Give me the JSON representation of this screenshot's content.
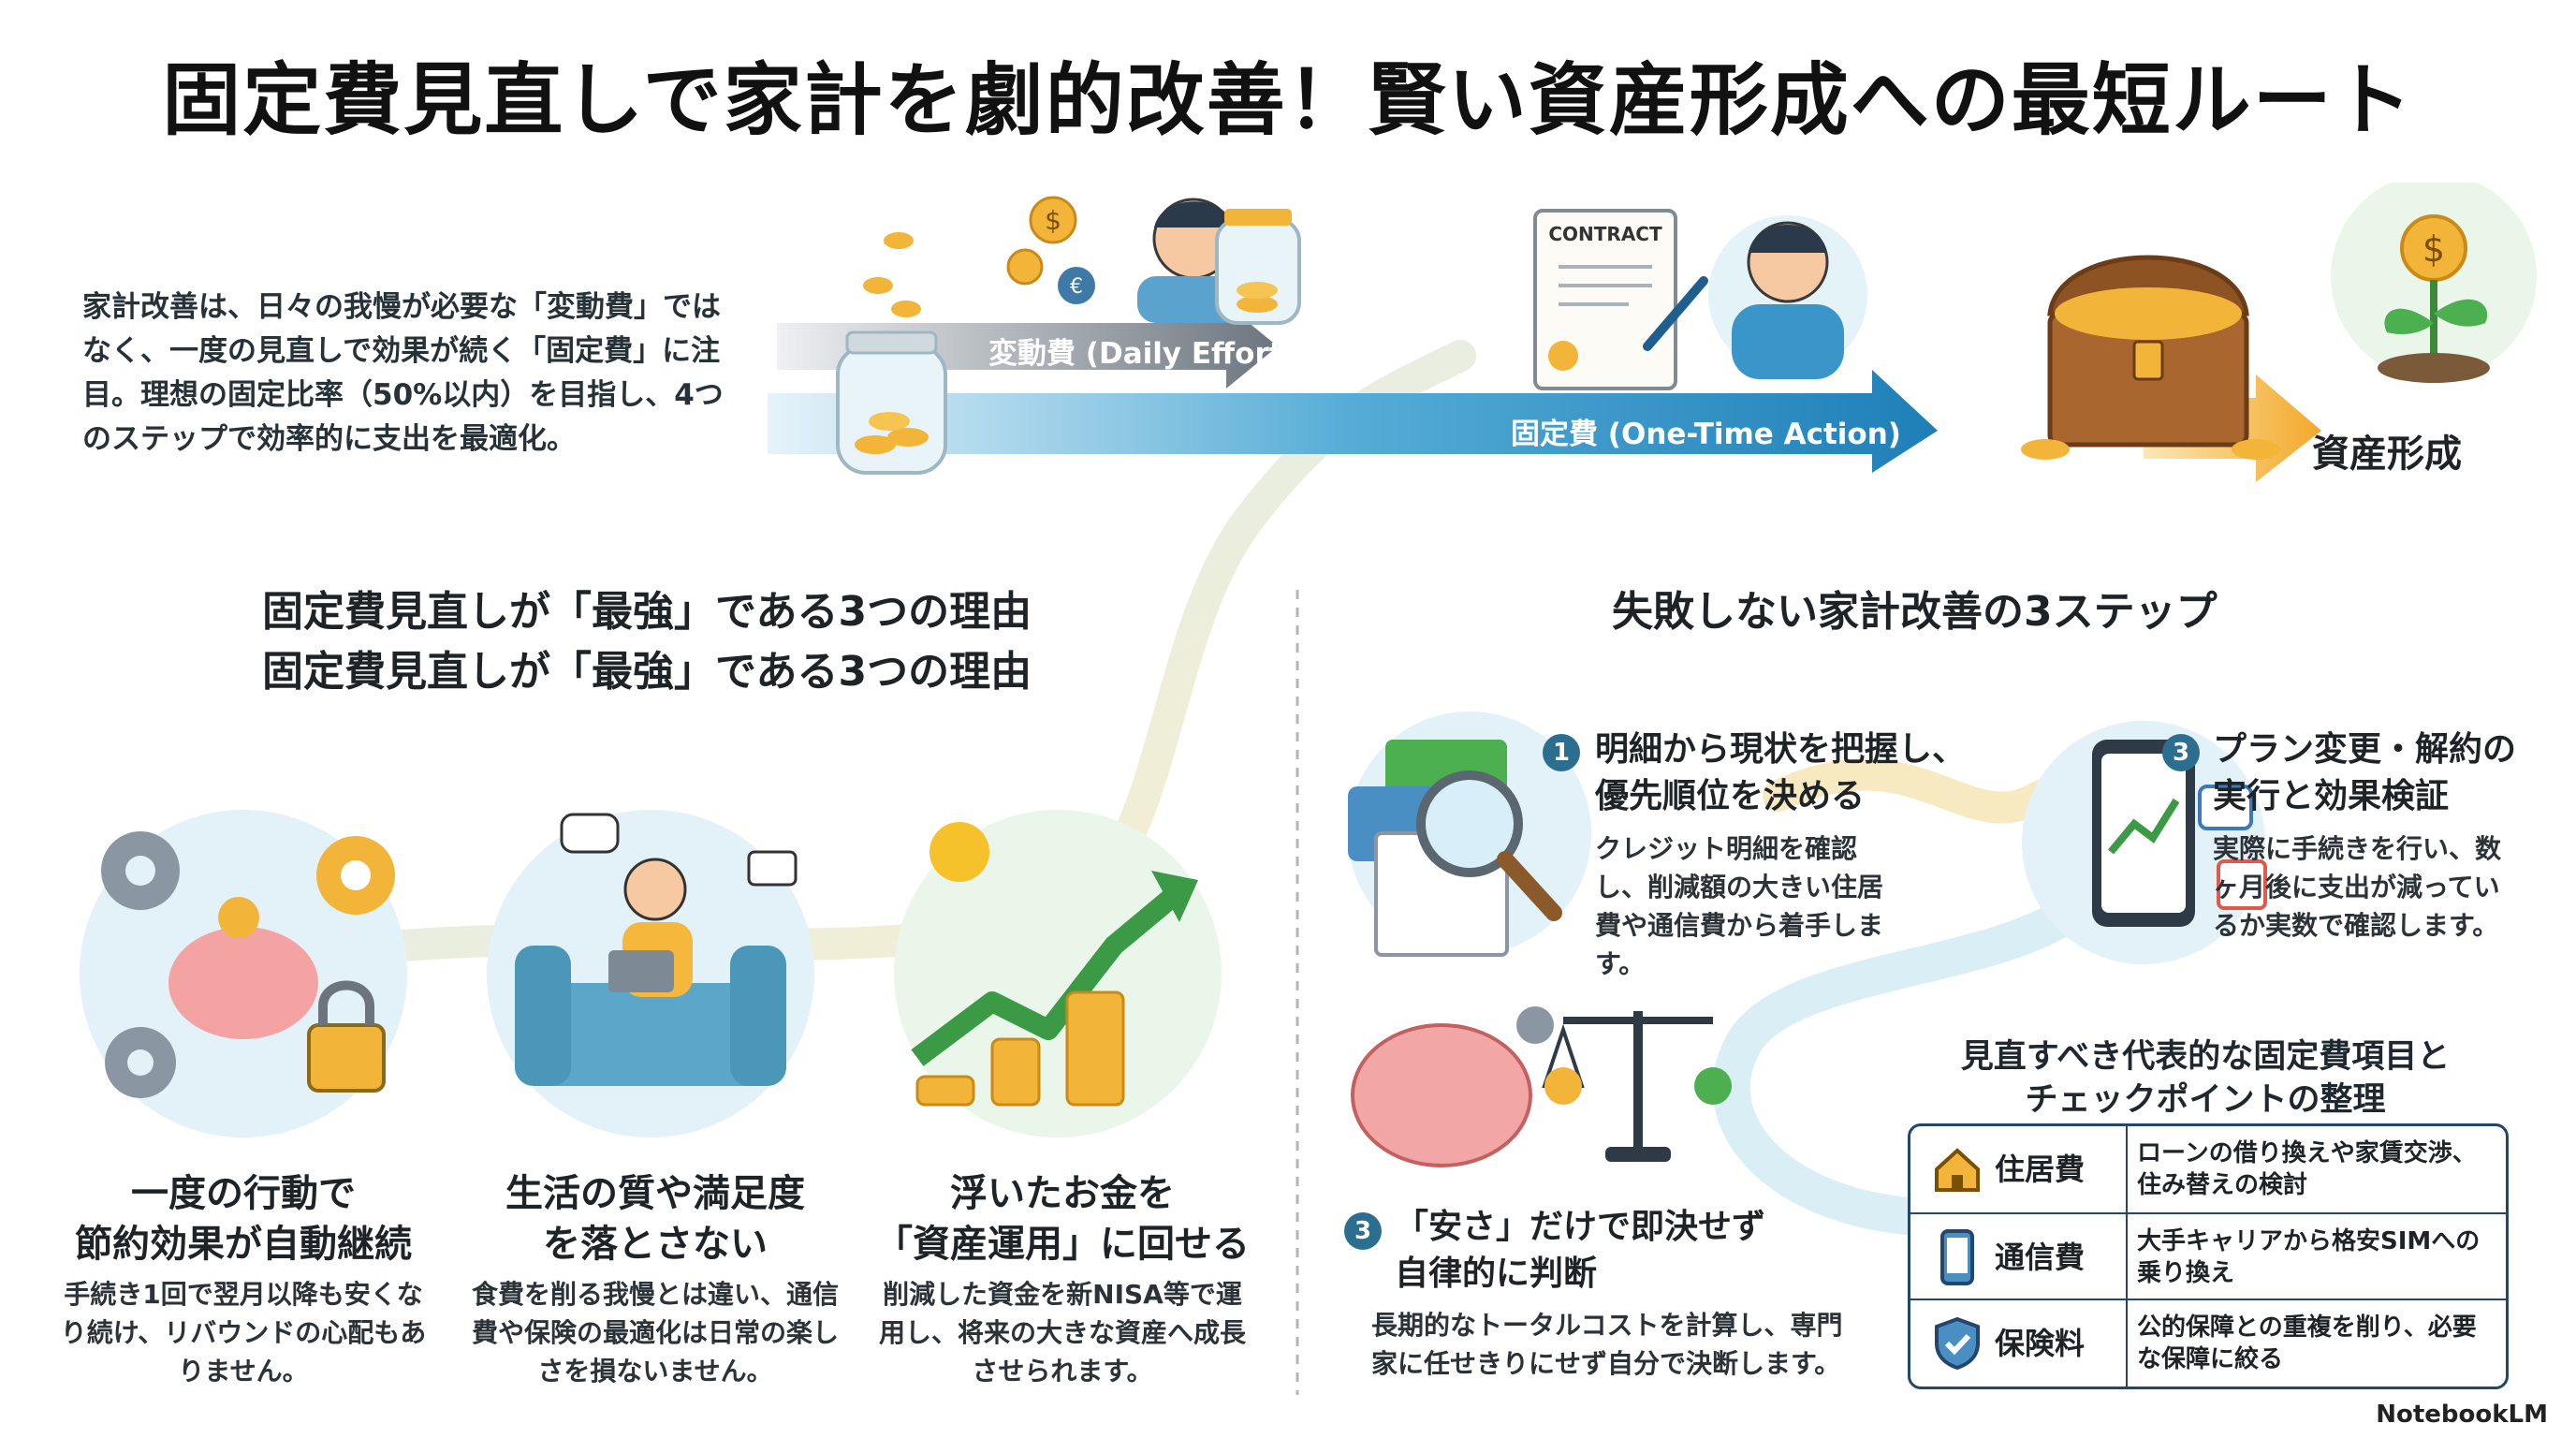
{
  "title": "固定費見直しで家計を劇的改善！賢い資産形成への最短ルート",
  "intro": "家計改善は、日々の我慢が必要な「変動費」ではなく、一度の見直しで効果が続く「固定費」に注目。理想の固定比率（50%以内）を目指し、4つのステップで効率的に支出を最適化。",
  "flow": {
    "variable_label": "変動費 (Daily Efforts)",
    "fixed_label": "固定費 (One-Time Action)",
    "goal_label": "資産形成",
    "contract_label": "CONTRACT"
  },
  "reasons": {
    "heading_1": "固定費見直しが「最強」である3つの理由",
    "heading_2": "固定費見直しが「最強」である3つの理由",
    "items": [
      {
        "title_1": "一度の行動で",
        "title_2": "節約効果が自動継続",
        "body": "手続き1回で翌月以降も安くなり続け、リバウンドの心配もありません。"
      },
      {
        "title_1": "生活の質や満足度",
        "title_2": "を落とさない",
        "body": "食費を削る我慢とは違い、通信費や保険の最適化は日常の楽しさを損ないません。"
      },
      {
        "title_1": "浮いたお金を",
        "title_2": "「資産運用」に回せる",
        "body": "削減した資金を新NISA等で運用し、将来の大きな資産へ成長させられます。"
      }
    ]
  },
  "steps": {
    "heading": "失敗しない家計改善の3ステップ",
    "items": [
      {
        "num": "1",
        "title_1": "明細から現状を把握し、",
        "title_2": "優先順位を決める",
        "body": "クレジット明細を確認し、削減額の大きい住居費や通信費から着手します。"
      },
      {
        "num": "3",
        "title_1": "プラン変更・解約の",
        "title_2": "実行と効果検証",
        "body": "実際に手続きを行い、数ヶ月後に支出が減っているか実数で確認します。"
      },
      {
        "num": "3",
        "title_1": "「安さ」だけで即決せず",
        "title_2": "自律的に判断",
        "body": "長期的なトータルコストを計算し、専門家に任せきりにせず自分で決断します。"
      }
    ]
  },
  "table": {
    "heading_1": "見直すべき代表的な固定費項目と",
    "heading_2": "チェックポイントの整理",
    "rows": [
      {
        "category": "住居費",
        "desc": "ローンの借り換えや家賃交渉、住み替えの検討",
        "icon": "house-icon"
      },
      {
        "category": "通信費",
        "desc": "大手キャリアから格安SIMへの乗り換え",
        "icon": "smartphone-icon"
      },
      {
        "category": "保険料",
        "desc": "公的保障との重複を削り、必要な保障に絞る",
        "icon": "shield-check-icon"
      }
    ]
  },
  "logo": "NotebookLM",
  "colors": {
    "accent": "#2c6e8f",
    "arrow_blue": "#2a8fc4",
    "arrow_gray": "#757e87",
    "gold": "#f2b53a",
    "navy": "#24466b"
  }
}
